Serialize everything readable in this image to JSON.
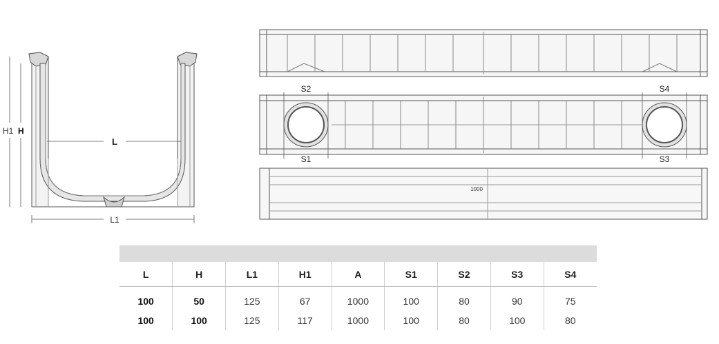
{
  "drawing": {
    "section_labels": {
      "l": "L",
      "l1": "L1",
      "h": "H",
      "h1": "H1"
    },
    "plan_labels": {
      "s1": "S1",
      "s2": "S2",
      "s3": "S3",
      "s4": "S4"
    },
    "length_label": "1000"
  },
  "table": {
    "headers": [
      "L",
      "H",
      "L1",
      "H1",
      "A",
      "S1",
      "S2",
      "S3",
      "S4"
    ],
    "rows": [
      [
        "100",
        "50",
        "125",
        "67",
        "1000",
        "100",
        "80",
        "90",
        "75"
      ],
      [
        "100",
        "100",
        "125",
        "117",
        "1000",
        "100",
        "80",
        "100",
        "80"
      ]
    ]
  },
  "colors": {
    "line": "#555555",
    "header_bar": "#dcdcdc",
    "fill": "#ececec"
  }
}
